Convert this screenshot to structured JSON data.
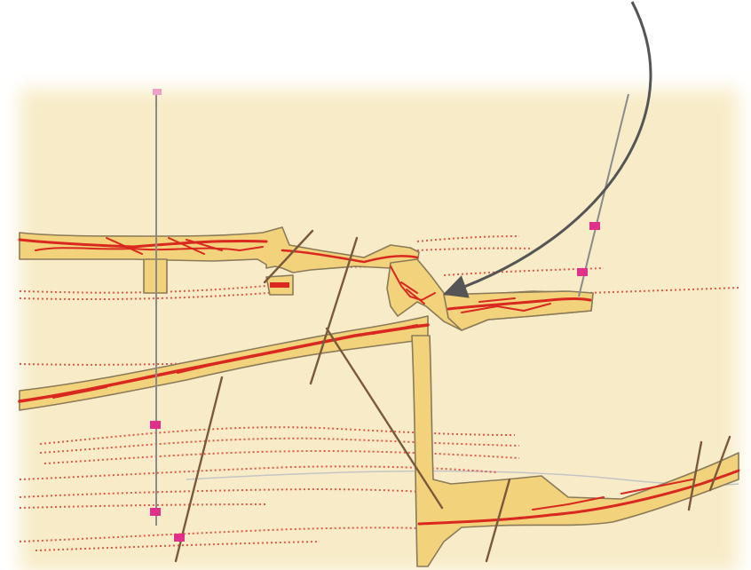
{
  "diagram": {
    "kind": "mine-level-cross-section",
    "labels": [],
    "colors": {
      "background": "#f8ecc8",
      "workings_fill": "#f2d27a",
      "workings_outline": "#8a7a5a",
      "vein": "#d8281f",
      "vein_dotted": "#e0584a",
      "fault_line": "#7a5a3a",
      "drillhole": "#8a8a8a",
      "drillhole_marker": "#e0308a",
      "arrow": "#555555",
      "level_line": "#c0c0c0"
    },
    "icons": [
      "callout-arrow",
      "drillhole-marker"
    ]
  }
}
